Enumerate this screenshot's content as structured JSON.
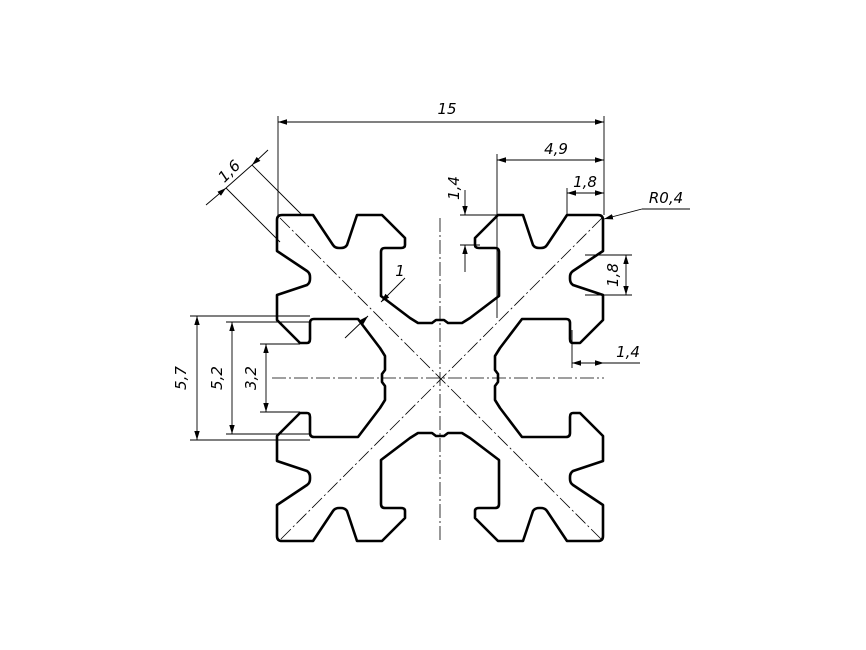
{
  "drawing": {
    "title": "15x15 aluminium profile cross-section",
    "dimensions": {
      "overall_width": "15",
      "slot_offset": "4,9",
      "lip_width": "1,8",
      "corner_radius": "R0,4",
      "diagonal_wall": "1,6",
      "lip_thickness_top": "1,4",
      "wall_thickness": "1",
      "lip_height_right": "1,8",
      "lip_thickness_right": "1,4",
      "slot_outer": "5,7",
      "slot_inner": "5,2",
      "slot_opening": "3,2"
    }
  }
}
